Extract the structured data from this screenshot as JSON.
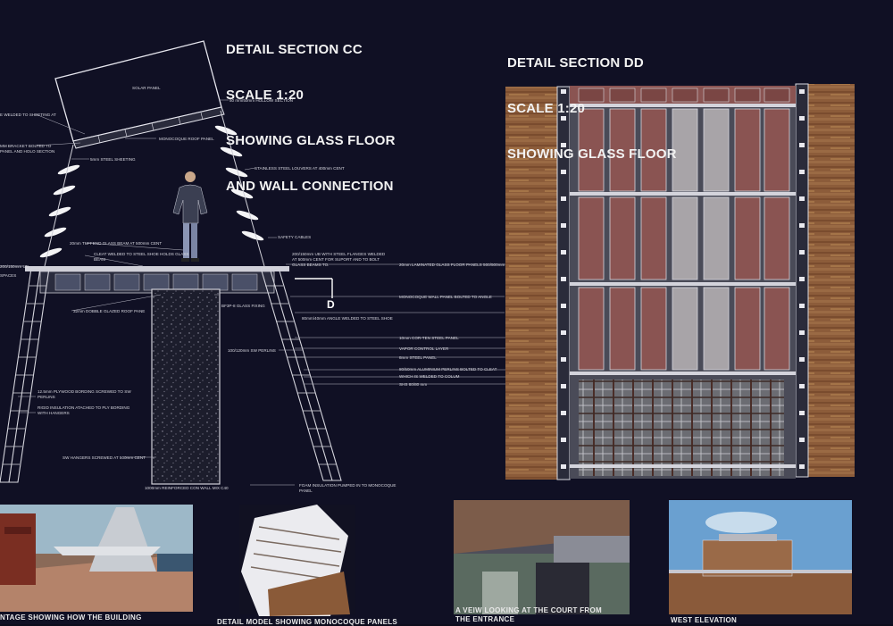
{
  "section_cc": {
    "line1": "DETAIL SECTION CC",
    "line2": "SCALE 1:20",
    "line3": "SHOWING GLASS FLOOR",
    "line4": "AND WALL CONNECTION"
  },
  "section_dd": {
    "line1": "DETAIL SECTION DD",
    "line2": "SCALE 1:20",
    "line3": "SHOWING GLASS FLOOR"
  },
  "marker": "D",
  "notes": {
    "solar_panel": "SOLAR PANEL",
    "hollow_section": "50 mm/50mm HOLLOW SECTION",
    "welded_sheeting": "E WELDED TO SHEETING AT",
    "bracket_bolted": "MM BRACKET BOLTED TO",
    "panel_holo": "PANEL AND HOLO SECTION",
    "monocoque_roof": "MONOCOQUE ROOF PANEL",
    "steel_sheeting": "5mm STEEL SHEETING",
    "louvers": "STAINLESS STEEL LOUVERS AT 400mm CENT",
    "tuffend": "20mm TUFFEND GLASS BEAM AT 500mm CENT",
    "cleat": "CLEAT WELDED TO STEEL SHOE HOLDS GLASS",
    "beam": "BEAM",
    "safety_cables": "SAFETY CABLES",
    "ub_flanges": "200/150mm UB WITH STEEL FLANGES WELDED",
    "ub_centre": "AT 500mm CENT FOR SUPORT AND TO BOLT",
    "glass_beams_to": "GLASS BEAMS TO.",
    "glass_floor_panels": "20mm LAMINATED GLASS FLOOR PANELS 500/500mm",
    "ub_left": "200/150mm UB",
    "spaces": "SPACES",
    "double_glazed": "32mm DOBBLE GLAZED ROOF PANE",
    "glass_fixing": "BF3P-8 GLASS FIXING",
    "monocoque_wall": "MONOCOQUE WALL PANEL BOLTED TO ANGLE",
    "angle_welded": "80mm/40mm ANGLE WELDED TO STEEL SHOE",
    "cor_ten": "10mm COR-TEN STEEL PANEL",
    "vapour": "VAPOR CONTROL LAYER",
    "steel_panel": "8mm STEEL PANEL",
    "perlins": "100/120mm SW PERLINS",
    "aluminium_perlins": "80/50mm ALUMINIUM PERLINS BOLTED TO CLEAT",
    "welded_colum": "WHICH IS WELDED TO COLUM",
    "shs": "SHS 80/80 mm",
    "plywood": "12.5mm PLYWOOD BORDING SCREWED TO SW",
    "perlins2": "PERLINS",
    "rigid_insulation": "RIGID INSULATION ATACHED TO PLY BORDING",
    "with_hangers": "WITH HANGERS",
    "sw_hangers": "SW HANGERS SCREWED AT 500mm CENT",
    "reinforced_con": "1000mm REINFORCED CON WALL MIX C40",
    "foam": "FOAM INSULATION PUMPED IN TO MONOCOQUE",
    "panel": "PANEL"
  },
  "captions": {
    "montage": "NTAGE SHOWING HOW THE BUILDING",
    "model": "DETAIL MODEL SHOWING MONOCOQUE PANELS",
    "view_line1": "A VEIW LOOKING AT THE COURT FROM",
    "view_line2": "THE ENTRANCE",
    "west": "WEST ELEVATION"
  },
  "colors": {
    "board": "#101024",
    "text": "#f2f2f2",
    "wood": "#8a5a38",
    "glass_panel": "#8a5452",
    "structure": "#c8c8d0"
  }
}
